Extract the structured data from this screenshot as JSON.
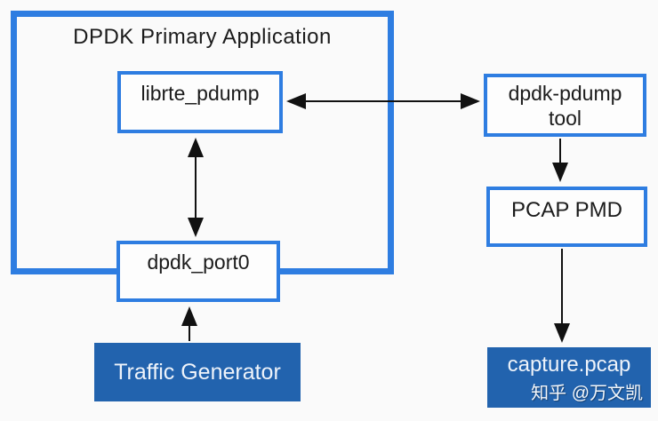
{
  "colors": {
    "border_blue": "#2e7de1",
    "fill_blue": "#2263ae",
    "background": "#fafafa",
    "arrow_black": "#111111"
  },
  "diagram": {
    "container": {
      "title": "DPDK Primary Application"
    },
    "nodes": {
      "librte_pdump": {
        "label": "librte_pdump"
      },
      "dpdk_port0": {
        "label": "dpdk_port0"
      },
      "traffic_generator": {
        "label": "Traffic Generator"
      },
      "dpdk_pdump_tool": {
        "label_line1": "dpdk-pdump",
        "label_line2": "tool"
      },
      "pcap_pmd": {
        "label": "PCAP PMD"
      },
      "capture_pcap": {
        "label": "capture.pcap"
      }
    },
    "watermark": "知乎 @万文凯",
    "edges": [
      {
        "from": "librte_pdump",
        "to": "dpdk_pdump_tool",
        "direction": "bidirectional"
      },
      {
        "from": "librte_pdump",
        "to": "dpdk_port0",
        "direction": "bidirectional"
      },
      {
        "from": "traffic_generator",
        "to": "dpdk_port0",
        "direction": "one-way"
      },
      {
        "from": "dpdk_pdump_tool",
        "to": "pcap_pmd",
        "direction": "one-way"
      },
      {
        "from": "pcap_pmd",
        "to": "capture_pcap",
        "direction": "one-way"
      }
    ]
  }
}
